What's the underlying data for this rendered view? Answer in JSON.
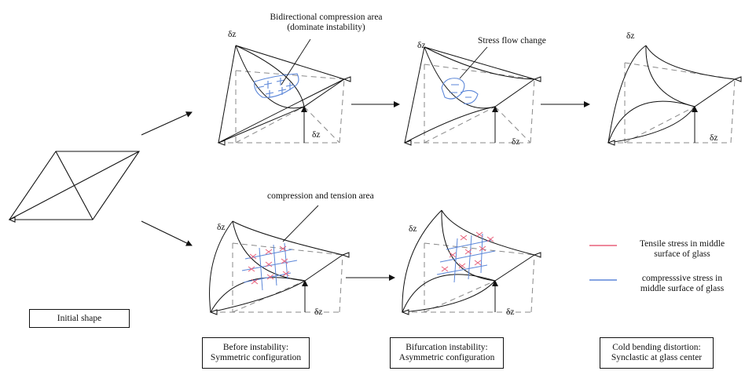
{
  "annotations": {
    "bidirectional_line1": "Bidirectional compression area",
    "bidirectional_line2": "(dominate instability)",
    "stress_flow": "Stress flow change",
    "compression_tension": "compression and tension area"
  },
  "symbol_dz": "δz",
  "legend": {
    "tensile_line1": "Tensile stress in middle",
    "tensile_line2": "surface of glass",
    "tensile_color": "#e8607a",
    "compressive_line1": "compresssive stress in",
    "compressive_line2": "middle surface of glass",
    "compressive_color": "#5b86d8"
  },
  "captions": {
    "initial": "Initial shape",
    "before_line1": "Before instability:",
    "before_line2": "Symmetric configuration",
    "bifurcation_line1": "Bifurcation instability:",
    "bifurcation_line2": "Asymmetric configuration",
    "cold_line1": "Cold bending distortion:",
    "cold_line2": "Synclastic at glass center"
  }
}
